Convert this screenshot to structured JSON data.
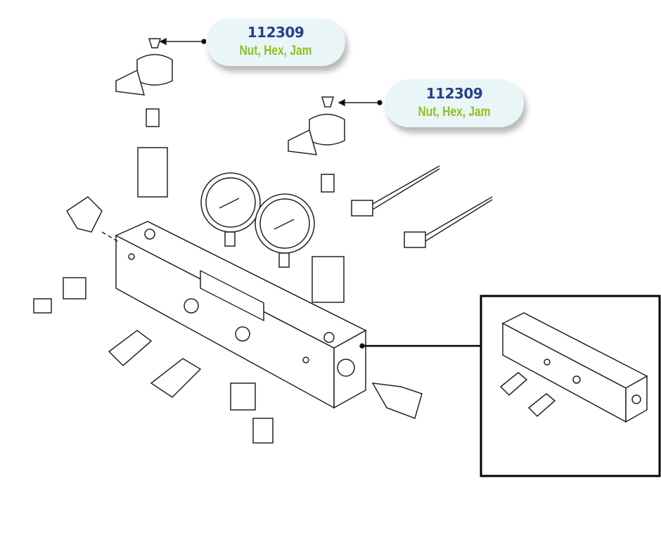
{
  "callouts": [
    {
      "part_number": "112309",
      "description": "Nut, Hex, Jam"
    },
    {
      "part_number": "112309",
      "description": "Nut, Hex, Jam"
    }
  ],
  "colors": {
    "part_number": "#26418a",
    "description": "#8dc21f",
    "callout_bg": "#eaf5f7"
  }
}
